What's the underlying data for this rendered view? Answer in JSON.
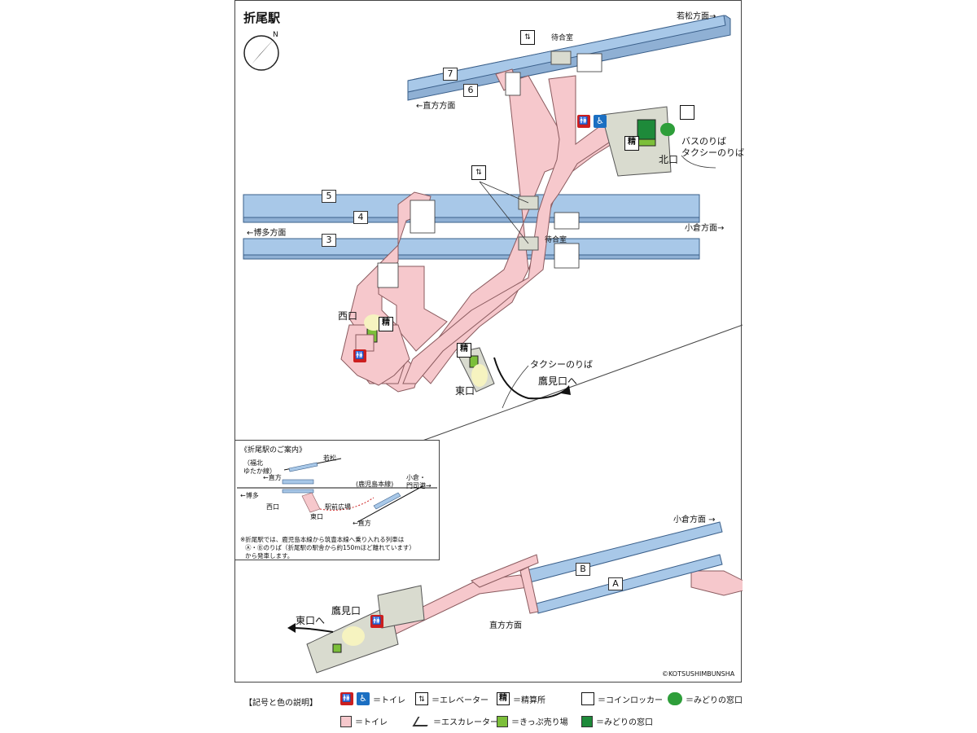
{
  "station": {
    "title": "折尾駅"
  },
  "directions": {
    "wakamatsu": "若松方面→",
    "nogata_top": "←直方方面",
    "hakata": "←博多方面",
    "kokura_mid": "小倉方面→",
    "kokura_low": "小倉方面 →",
    "nogata_low": "直方方面"
  },
  "platforms": {
    "p7": "7",
    "p6": "6",
    "p5": "5",
    "p4": "4",
    "p3": "3",
    "pB": "B",
    "pA": "A"
  },
  "places": {
    "waiting_top": "待合室",
    "waiting_mid": "待合室",
    "bus_taxi_1": "バスのりば",
    "bus_taxi_2": "タクシーのりば",
    "kitaguchi": "北口",
    "nishiguchi": "西口",
    "higashiguchi": "東口",
    "taxi": "タクシーのりば",
    "takamiguchi_to": "鷹見口へ",
    "takamiguchi": "鷹見口",
    "higashiguchi_to": "東口へ",
    "copyright": "©KOTSUSHIMBUNSHA"
  },
  "icons": {
    "seisan": "精",
    "wc": "🚻",
    "acc": "♿",
    "elev": "⇅"
  },
  "inset": {
    "title": "《折尾駅のご案内》",
    "line_label_1": "（福北",
    "line_label_2": "ゆたか線）",
    "wakamatsu": "若松",
    "nogata1": "←直方",
    "kokura": "小倉・",
    "mojiko": "門司港→",
    "hakata": "←博多",
    "kagoshima": "(鹿児島本線)",
    "nishiguchi": "西口",
    "higashiguchi": "東口",
    "plaza": "駅前広場",
    "nogata2": "←直方",
    "note1": "※折尾駅では、鹿児島本線から筑豊本線へ乗り入れる列車は",
    "note2": "Ⓐ・Ⓑのりば（折尾駅の駅舎から約150mほど離れています）",
    "note3": "から発車します。"
  },
  "legend": {
    "title": "【記号と色の説明】",
    "toilet": "＝トイレ",
    "elevator": "＝エレベーター",
    "seisan": "＝精算所",
    "locker": "＝コインロッカー",
    "midori": "＝みどりの窓口",
    "pink": "＝トイレ",
    "escalator": "＝エスカレーター",
    "kippu": "＝きっぷ売り場",
    "midori2": "＝みどりの窓口"
  },
  "colors": {
    "platform": "#a8c8e8",
    "platform_edge": "#3a5f8a",
    "concourse": "#f6c8cc",
    "concourse_edge": "#8a5a5e",
    "ticket": "#7cbf3a",
    "midori": "#1e8a3a",
    "building": "#d9dbcf",
    "exit_glow": "#f6f3c0"
  }
}
